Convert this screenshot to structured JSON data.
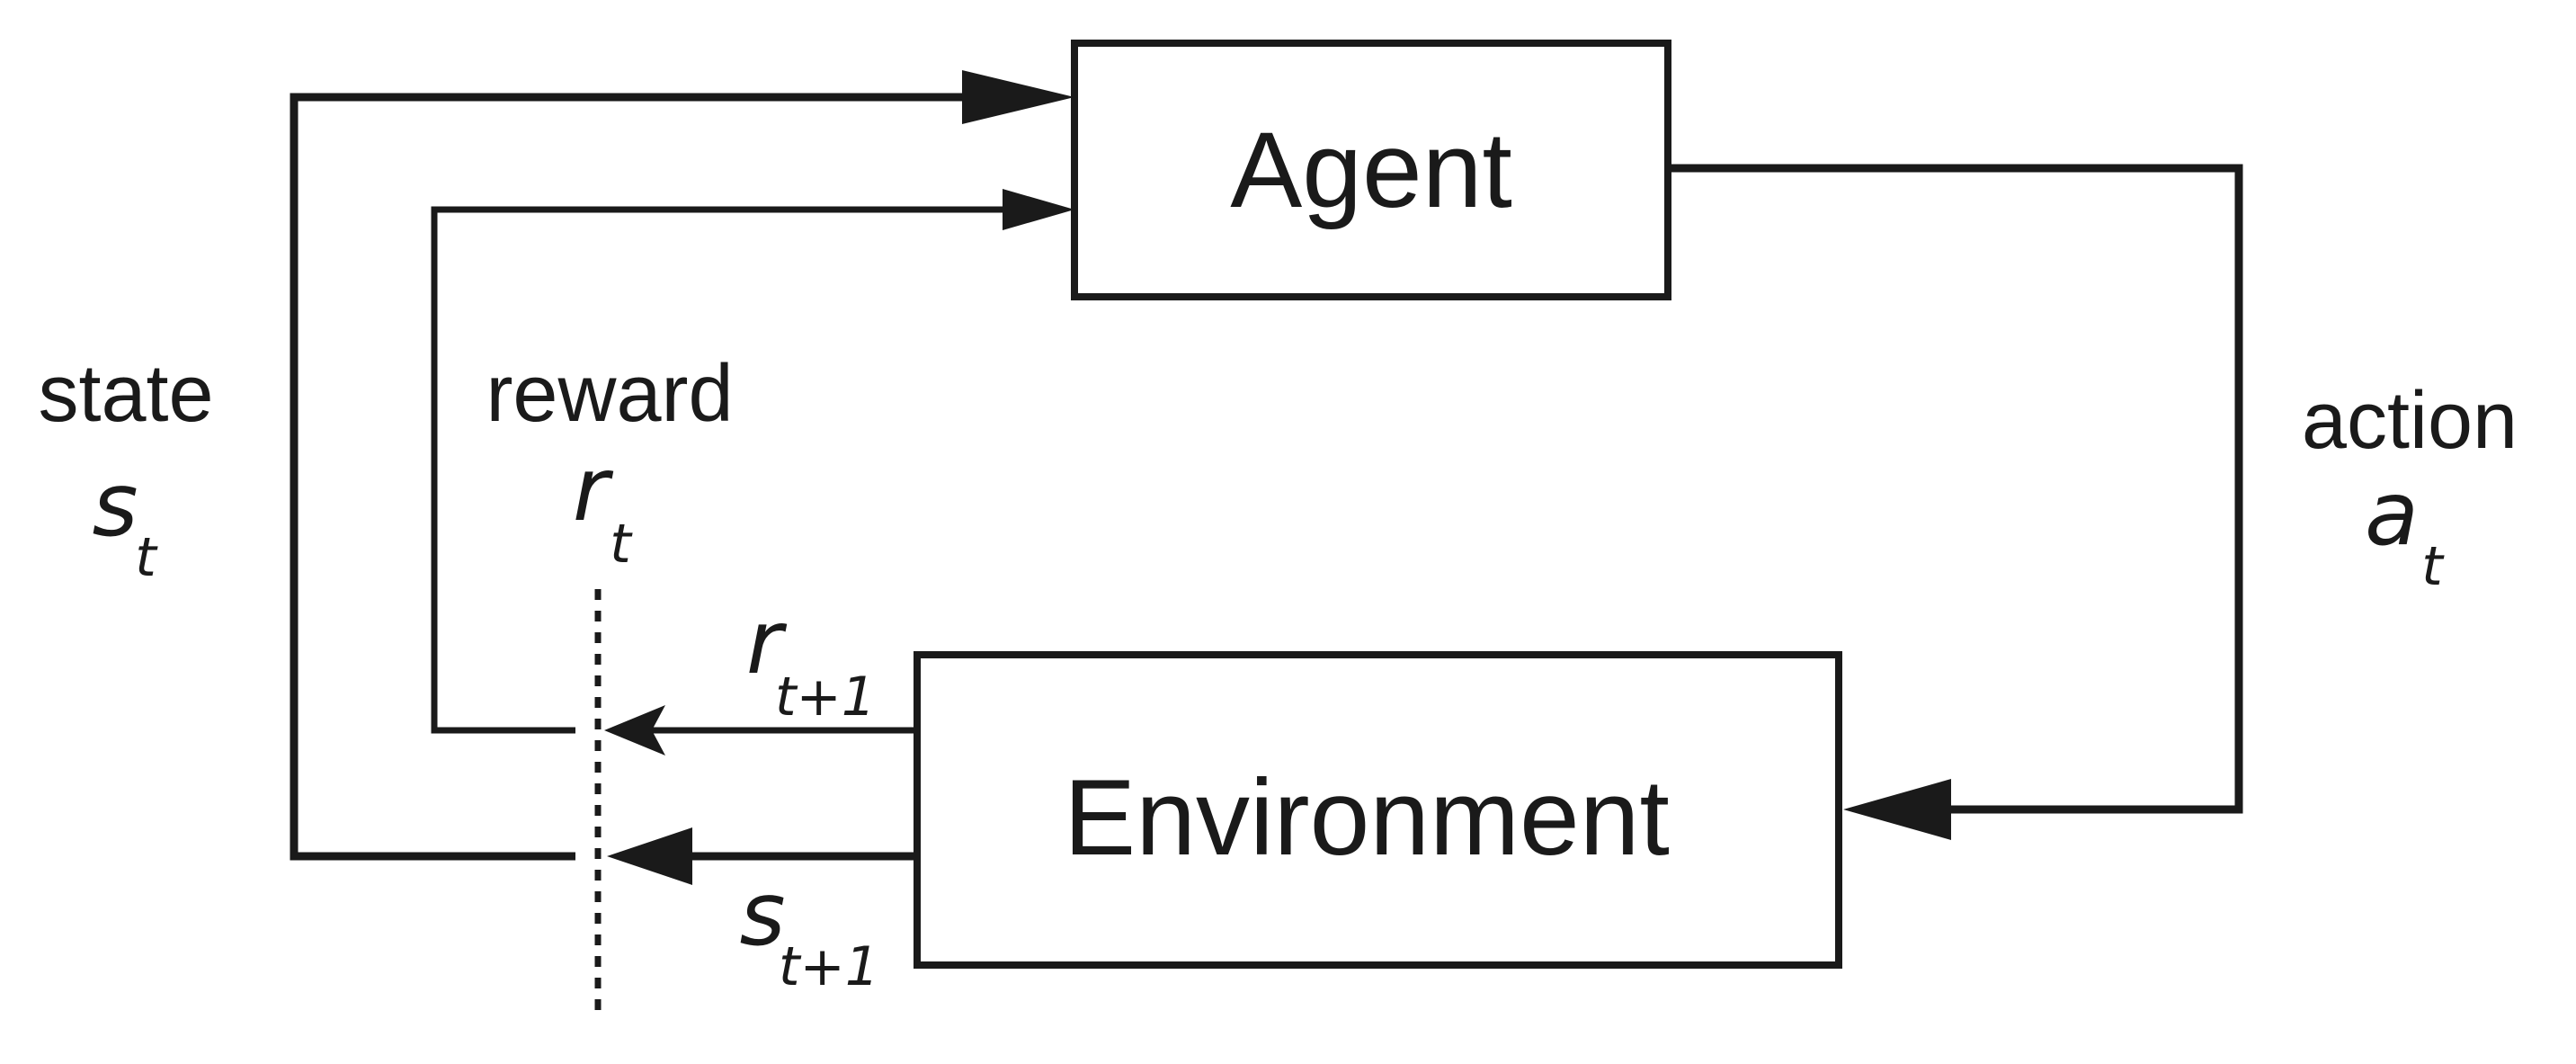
{
  "nodes": {
    "agent": "Agent",
    "environment": "Environment"
  },
  "labels": {
    "state": {
      "word": "state",
      "symbol": "s",
      "sub": "t"
    },
    "reward": {
      "word": "reward",
      "symbol": "r",
      "sub": "t"
    },
    "action": {
      "word": "action",
      "symbol": "a",
      "sub": "t"
    },
    "next_reward": {
      "symbol": "r",
      "sub": "t+1"
    },
    "next_state": {
      "symbol": "s",
      "sub": "t+1"
    }
  },
  "colors": {
    "stroke": "#1a1a1a",
    "background": "#ffffff"
  }
}
